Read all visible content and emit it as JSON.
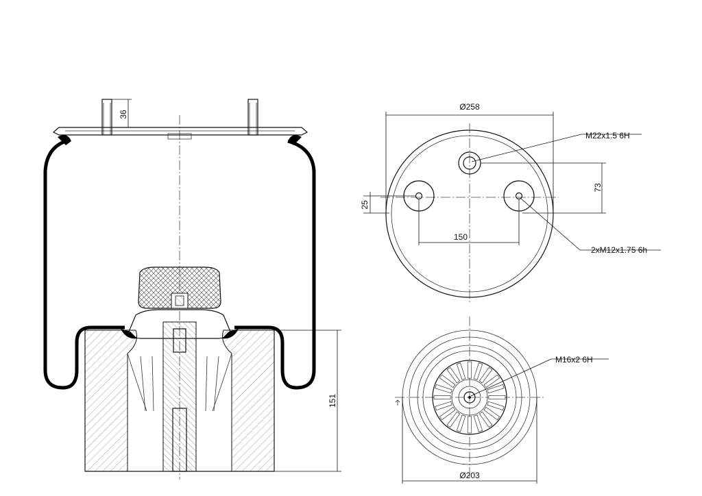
{
  "side_view": {
    "dim_stud_height": "36",
    "dim_piston_height": "151"
  },
  "top_view": {
    "dim_diameter": "Ø258",
    "dim_offset_73": "73",
    "dim_offset_25": "25",
    "dim_spacing_150": "150",
    "callout_air_fitting": "M22x1.5 6H",
    "callout_studs": "2xM12x1.75 6h"
  },
  "bottom_view": {
    "dim_diameter": "Ø203",
    "callout_bolt": "M16x2 6H"
  }
}
